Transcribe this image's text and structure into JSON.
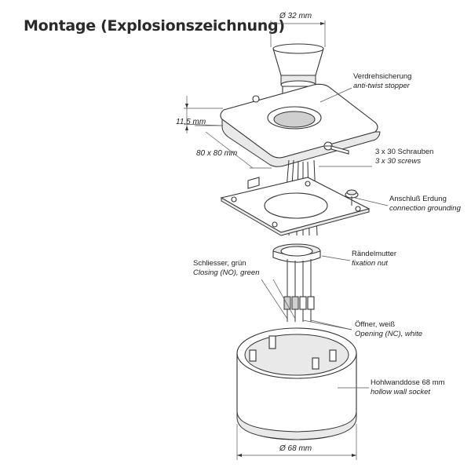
{
  "title": "Montage (Explosionszeichnung)",
  "dimensions": {
    "button_diameter": "Ø 32 mm",
    "plate_height": "11,5 mm",
    "plate_size": "80 x 80 mm",
    "socket_diameter": "Ø 68 mm"
  },
  "labels": {
    "anti_twist": {
      "de": "Verdrehsicherung",
      "en": "anti-twist stopper"
    },
    "screws": {
      "de": "3 x 30 Schrauben",
      "en": "3 x 30 screws"
    },
    "grounding": {
      "de": "Anschluß Erdung",
      "en": "connection grounding"
    },
    "nut": {
      "de": "Rändelmutter",
      "en": "fixation nut"
    },
    "closing": {
      "de": "Schliesser, grün",
      "en": "Closing (NO), green"
    },
    "opening": {
      "de": "Öffner, weiß",
      "en": "Opening (NC), white"
    },
    "socket": {
      "de": "Hohlwanddose  68 mm",
      "en": "hollow wall socket"
    }
  }
}
